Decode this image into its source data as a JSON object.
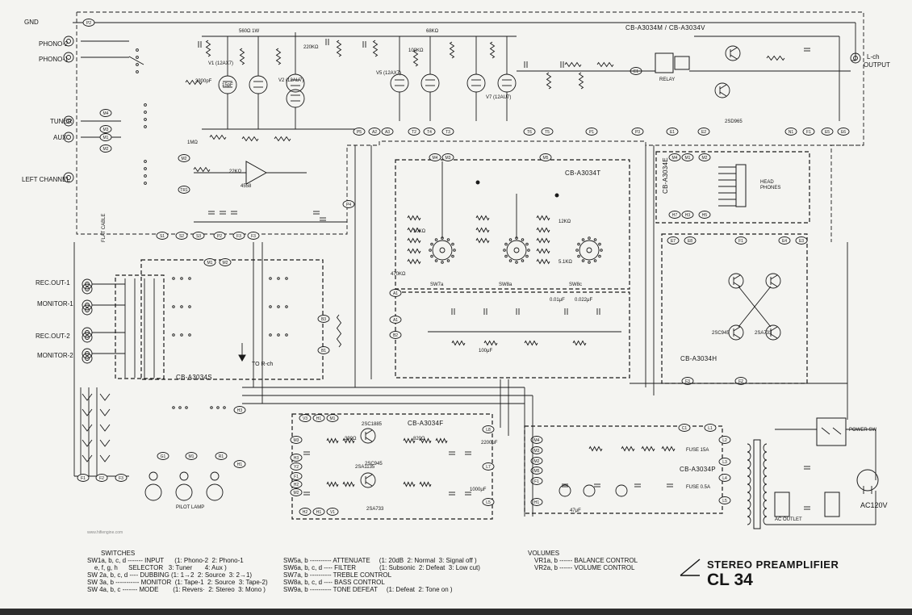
{
  "io_labels": {
    "gnd": "GND",
    "phono2": "PHONO-2",
    "phono1": "PHONO-1",
    "tuner": "TUNER",
    "aux": "AUX",
    "left_channel": "LEFT CHANNEL",
    "recout1": "REC.OUT-1",
    "monitor1": "MONITOR-1",
    "recout2": "REC.OUT-2",
    "monitor2": "MONITOR-2",
    "output_l1": "L-ch",
    "output_l2": "OUTPUT",
    "ac": "AC120V",
    "head_phones": "HEAD\nPHONES",
    "power_sw": "POWER SW",
    "ac_outlet": "AC OUTLET",
    "relay": "RELAY",
    "to_rch": "TO R-ch",
    "pilot_lamp": "PILOT LAMP",
    "flat_cable": "FLAT CABLE"
  },
  "boards": {
    "main": "CB-A3034M / CB-A3034V",
    "tone": "CB-A3034T",
    "headphone": "CB-A3034E",
    "switch": "CB-A3034S",
    "filter": "CB-A3034F",
    "power": "CB-A3034P",
    "protect": "CB-A3034H"
  },
  "legend": {
    "heading": "SWITCHES",
    "switches_left": [
      "SW1a, b, c, d ------- INPUT      (1: Phono-2  2: Phono-1",
      "    e, f, g, h      SELECTOR   3: Tuner       4: Aux )",
      "SW 2a, b, c, d ---- DUBBING (1: 1→2  2: Source  3: 2→1)",
      "SW 3a, b ----------- MONITOR  (1: Tape-1  2: Source  3: Tape-2)",
      "SW 4a, b, c ------- MODE        (1: Revers·  2: Stereo  3: Mono )"
    ],
    "switches_mid": [
      "SW5a, b ---------- ATTENUATE     (1: 20dB  2: Normal  3: Signal off )",
      "SW6a, b, c, d ---- FILTER             (1: Subsonic  2: Defeat  3: Low cut)",
      "SW7a, b ---------- TREBLE CONTROL",
      "SW8a, b, c, d ---- BASS CONTROL",
      "SW9a, b ---------- TONE DEFEAT     (1: Defeat  2: Tone on )"
    ],
    "volumes_heading": "VOLUMES",
    "volumes": [
      "VR1a, b ------ BALANCE CONTROL",
      "VR2a, b ------ VOLUME CONTROL"
    ]
  },
  "title": {
    "line1": "STEREO PREAMPLIFIER",
    "line2": "CL 34"
  },
  "watermark": "www.hifiengine.com",
  "components": {
    "v1": "V1 (12AX7)",
    "v2": "V2 (12AU7)",
    "v5": "V5 (12AX7)",
    "v7": "V7 (12AU7)",
    "ic": "4558",
    "q_a": "2SC1885",
    "q_b": "2SC945",
    "q_c": "2SA1135",
    "q_d": "2SA733",
    "q_e": "2SA733",
    "q_f": "2SC945",
    "q_g": "2SD965",
    "fuse1": "FUSE 15A",
    "fuse2": "FUSE 0.5A"
  },
  "tone_switches": [
    "SW7a",
    "SW8a",
    "SW8c"
  ],
  "nodes": [
    "P2",
    "P3",
    "P4",
    "P5",
    "P6",
    "P7",
    "E1",
    "E2",
    "E3",
    "E4",
    "E5",
    "E6",
    "E7",
    "E8",
    "F1",
    "F2",
    "F3",
    "S1",
    "S2",
    "S3",
    "M1",
    "M2",
    "M3",
    "M4",
    "M5",
    "H1",
    "H2",
    "H3",
    "V1",
    "V3",
    "L1",
    "L2",
    "L3",
    "L4",
    "L5",
    "B1",
    "B2",
    "B3",
    "T1",
    "T2",
    "T3",
    "T4",
    "T5",
    "T6",
    "A1",
    "A2",
    "A3"
  ],
  "values": [
    "560Ω 1W",
    "68KΩ",
    "100KΩ",
    "15pF",
    "220KΩ",
    "1MΩ",
    "470KΩ",
    "390Ω",
    "820Ω",
    "0.01μF",
    "0.022μF",
    "47μF",
    "100μF",
    "3300pF",
    "10KΩ",
    "22KΩ",
    "12KΩ",
    "5.1KΩ",
    "2200μF",
    "1000μF"
  ]
}
